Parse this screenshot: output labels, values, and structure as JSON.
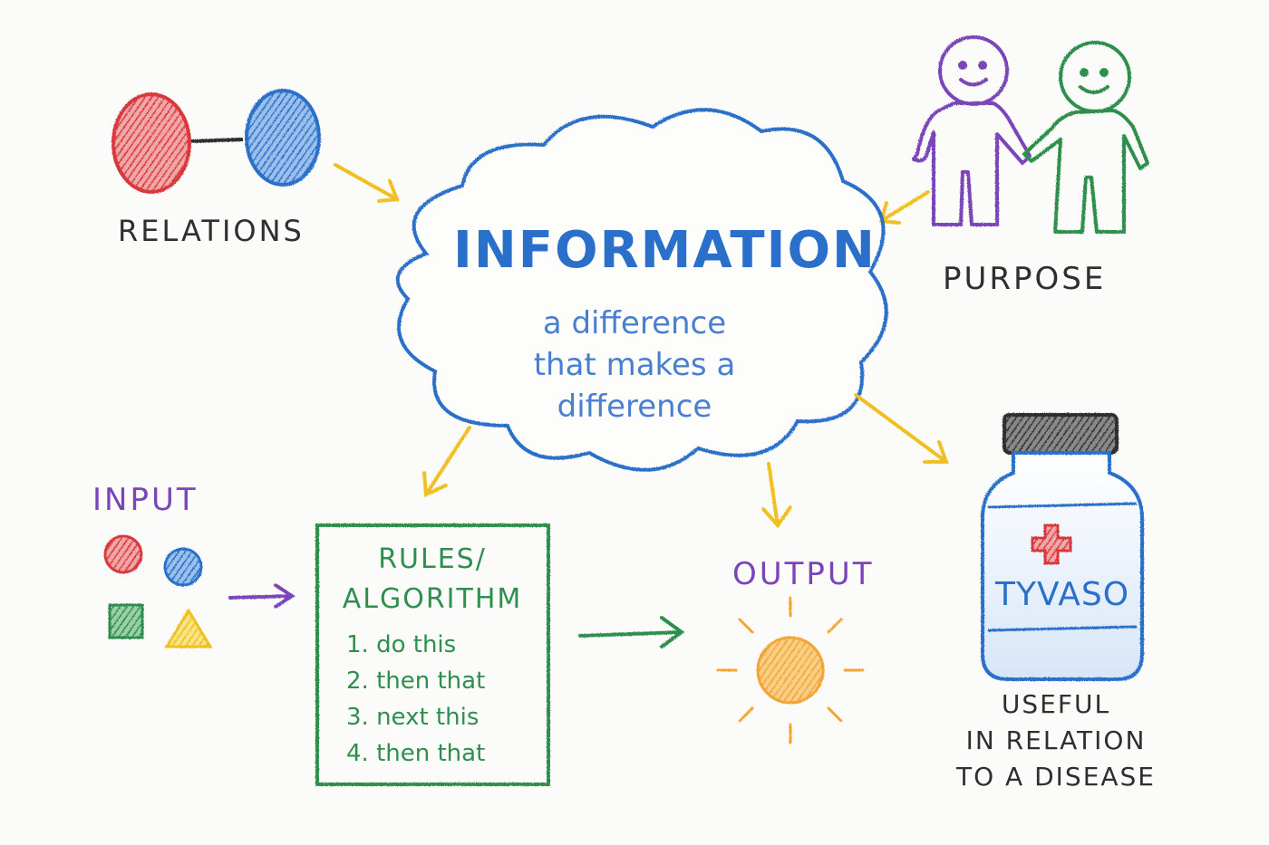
{
  "colors": {
    "blue": "#2a6fc9",
    "red": "#d8383d",
    "green": "#2f8f4e",
    "purple": "#7a45b8",
    "yellow": "#f0c020",
    "orange": "#f3a436",
    "dark": "#2f2f2f",
    "paper": "#fbfbf9"
  },
  "relations": {
    "label": "RELATIONS"
  },
  "purpose": {
    "label": "PURPOSE"
  },
  "information": {
    "title": "INFORMATION",
    "subtitle": [
      "a difference",
      "that makes a",
      "difference"
    ]
  },
  "input": {
    "label": "INPUT",
    "shapes": [
      "circle-red",
      "circle-blue",
      "square-green",
      "triangle-yellow"
    ]
  },
  "rules": {
    "title": [
      "RULES/",
      "ALGORITHM"
    ],
    "steps": [
      "1. do this",
      "2. then that",
      "3. next this",
      "4. then that"
    ]
  },
  "output": {
    "label": "OUTPUT",
    "icon": "sun-icon"
  },
  "medicine": {
    "brand": "TYVASO",
    "caption": [
      "USEFUL",
      "IN RELATION",
      "TO A DISEASE"
    ],
    "icon": "medicine-bottle-icon"
  }
}
